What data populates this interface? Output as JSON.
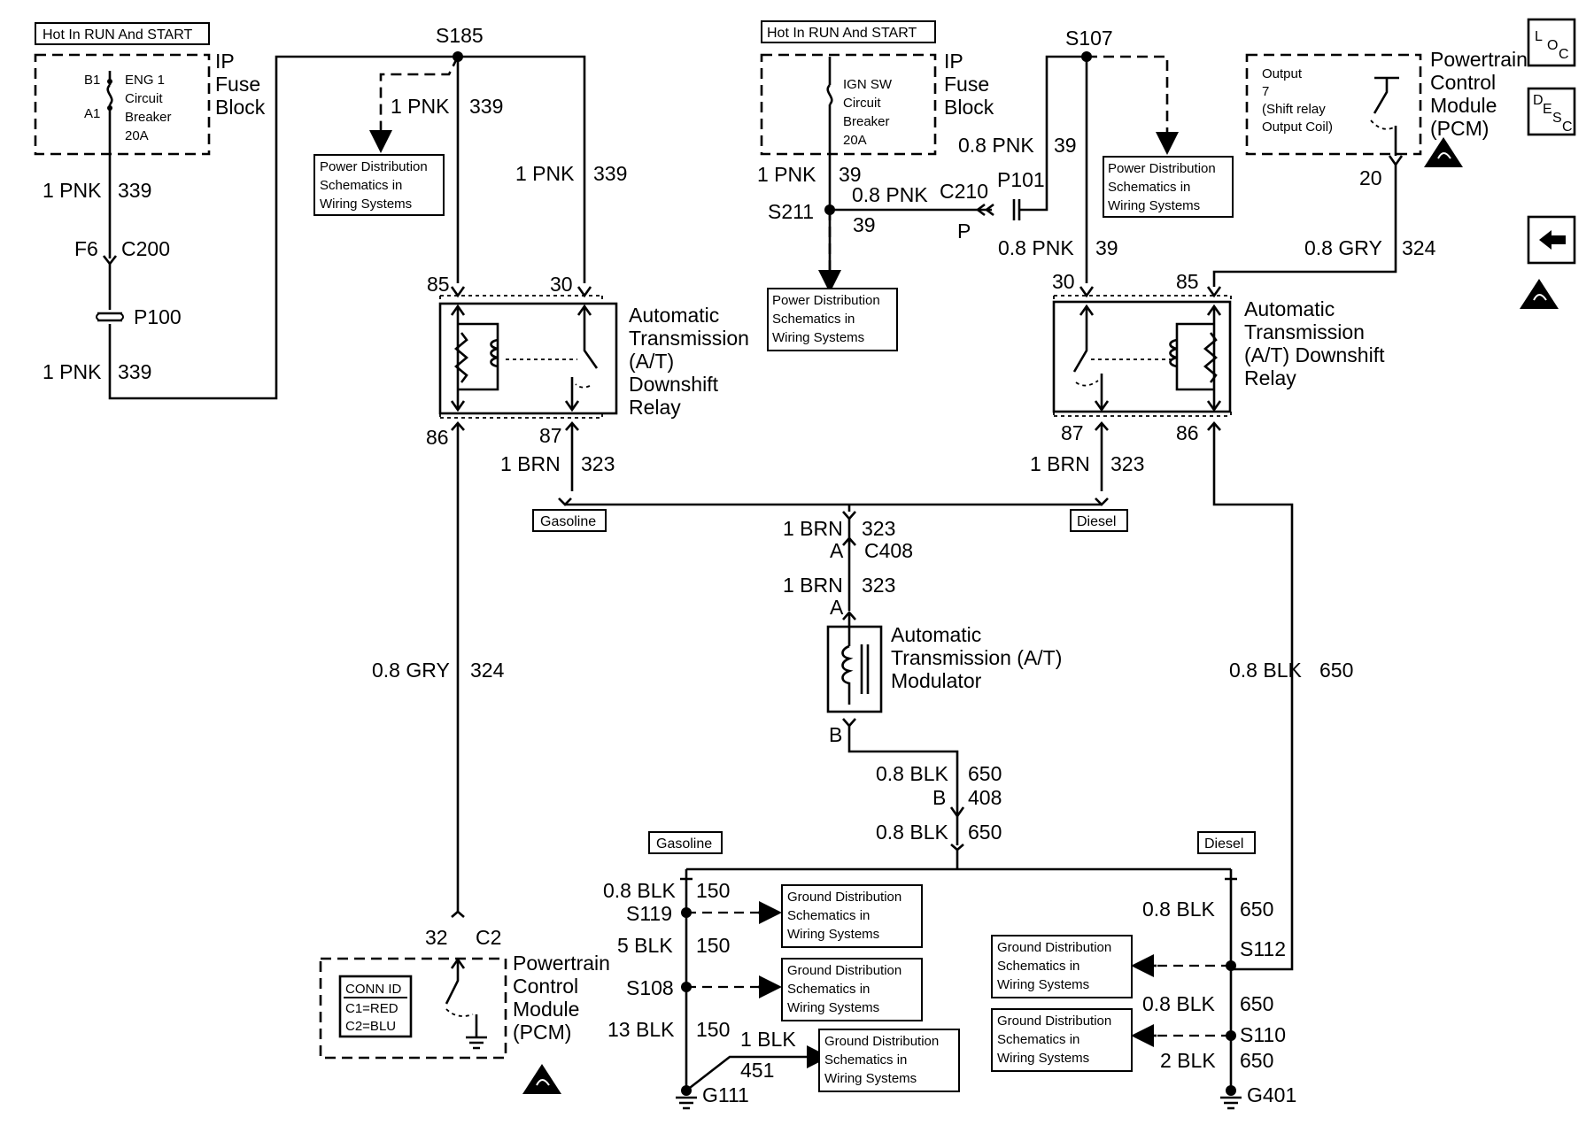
{
  "hot_left": "Hot In RUN And START",
  "hot_right": "Hot In RUN And START",
  "fuse_left": {
    "b1": "B1",
    "a1": "A1",
    "l1": "ENG 1",
    "l2": "Circuit",
    "l3": "Breaker",
    "l4": "20A"
  },
  "fuse_right": {
    "l1": "IGN SW",
    "l2": "Circuit",
    "l3": "Breaker",
    "l4": "20A"
  },
  "ipfb": [
    "IP",
    "Fuse",
    "Block"
  ],
  "splices": {
    "s185": "S185",
    "s107": "S107",
    "s211": "S211",
    "s119": "S119",
    "s108": "S108",
    "s112": "S112",
    "s110": "S110"
  },
  "pds": [
    "Power Distribution",
    "Schematics in",
    "Wiring Systems"
  ],
  "gds": [
    "Ground Distribution",
    "Schematics in",
    "Wiring Systems"
  ],
  "wires": {
    "pnk1": "1 PNK",
    "c339": "339",
    "pnk08": "0.8 PNK",
    "c39": "39",
    "gry08": "0.8 GRY",
    "c324": "324",
    "brn1": "1 BRN",
    "c323": "323",
    "blk08": "0.8 BLK",
    "c650": "650",
    "blk5": "5 BLK",
    "blk13": "13 BLK",
    "blk1": "1 BLK",
    "blk2": "2 BLK",
    "c150": "150",
    "c451": "451",
    "c408": "408"
  },
  "conn": {
    "f6": "F6",
    "c200": "C200",
    "p100": "P100",
    "c210": "C210",
    "p101": "P101",
    "p": "P",
    "a": "A",
    "b": "B",
    "c408": "C408",
    "c2": "C2",
    "pin32": "32",
    "pin20": "20"
  },
  "pins": {
    "p85": "85",
    "p30": "30",
    "p86": "86",
    "p87": "87"
  },
  "relay": [
    "Automatic",
    "Transmission",
    "(A/T)",
    "Downshift",
    "Relay"
  ],
  "relay_r": [
    "Automatic",
    "Transmission",
    "(A/T) Downshift",
    "Relay"
  ],
  "modulator": [
    "Automatic",
    "Transmission (A/T)",
    "Modulator"
  ],
  "pcm": [
    "Powertrain",
    "Control",
    "Module",
    "(PCM)"
  ],
  "output": [
    "Output",
    "7",
    "(Shift relay",
    "Output Coil)"
  ],
  "conn_id": [
    "CONN ID",
    "C1=RED",
    "C2=BLU"
  ],
  "options": {
    "gas": "Gasoline",
    "diesel": "Diesel"
  },
  "grounds": {
    "g111": "G111",
    "g401": "G401"
  },
  "loc": {
    "l": "L",
    "o": "O",
    "c": "C"
  },
  "desc": {
    "d": "D",
    "e": "E",
    "s": "S",
    "c": "C"
  }
}
